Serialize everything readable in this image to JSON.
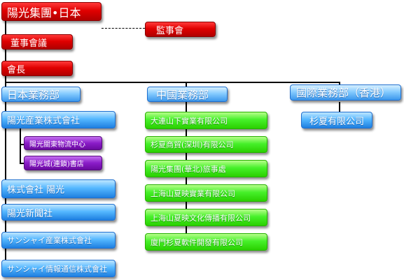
{
  "top": {
    "group": "陽光集團•日本",
    "supervisor": "監事會",
    "board": "董事會議",
    "chairman": "會長"
  },
  "divisions": {
    "japan": {
      "label": "日本業務部",
      "companies": [
        "陽光産業株式會社",
        "株式會社 陽光",
        "陽光新聞社",
        "サンシャイ産業株式會社",
        "サンシャイ情報通信株式會社"
      ],
      "sub": [
        "陽光關東物流中心",
        "陽光城(連鎖)書店"
      ]
    },
    "china": {
      "label": "中國業務部",
      "companies": [
        "大連山下實業有限公司",
        "杉夏商貿(深圳)有限公司",
        "陽光集團(華北)旅事處",
        "上海山夏映實業有限公司",
        "上海山夏映文化傳播有限公司",
        "廈門杉夏軟件開發有限公司"
      ]
    },
    "intl": {
      "label": "國際業務部（香港）",
      "companies": [
        "杉夏有限公司"
      ]
    }
  },
  "colors": {
    "red": "#e00000",
    "blue": "#3a9df0",
    "green": "#3ee81a",
    "purple": "#8a1cc8"
  }
}
